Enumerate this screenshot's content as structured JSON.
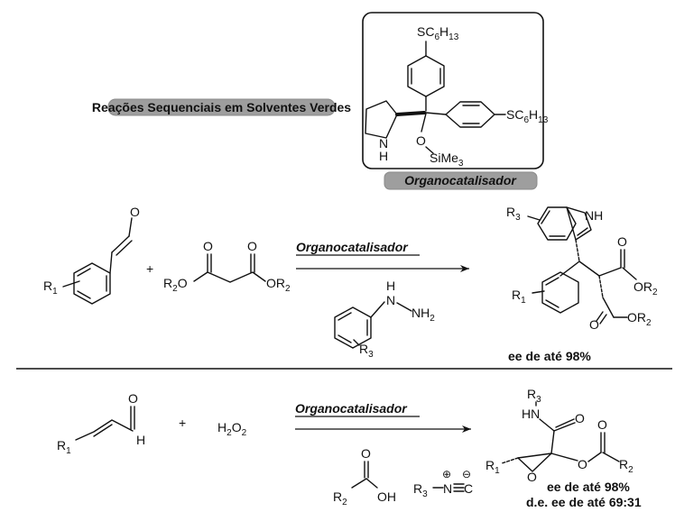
{
  "title_badge": "Reações Sequenciais em Solventes Verdes",
  "catalyst": {
    "label": "Organocatalisador",
    "top_sub": "SC",
    "top_sub_6": "6",
    "top_sub_h": "H",
    "top_sub_13": "13",
    "nh_n": "N",
    "nh_h": "H",
    "o": "O",
    "sime": "SiMe",
    "sime_3": "3"
  },
  "reaction1": {
    "reagent_label": "Organocatalisador",
    "o_ald": "O",
    "r1": "R",
    "r1_sub": "1",
    "plus": "+",
    "malonate_o1": "O",
    "malonate_o2": "O",
    "r2o": "R",
    "r2o_sub": "2",
    "r2o_o": "O",
    "or2": "OR",
    "or2_sub": "2",
    "hydrazine_h": "H",
    "hydrazine_n": "N",
    "hydrazine_nh2": "NH",
    "hydrazine_nh2_sub": "2",
    "r3": "R",
    "r3_sub": "3",
    "product_r3": "R",
    "product_r3_sub": "3",
    "product_nh": "NH",
    "product_r1": "R",
    "product_r1_sub": "1",
    "product_o1": "O",
    "product_o2": "O",
    "product_or2a": "OR",
    "product_or2b": "OR",
    "product_sub2": "2",
    "result": "ee de até 98%"
  },
  "reaction2": {
    "reagent_label": "Organocatalisador",
    "r1": "R",
    "r1_sub": "1",
    "o_ald": "O",
    "h": "H",
    "plus": "+",
    "h2o2_h": "H",
    "h2o2_2a": "2",
    "h2o2_o": "O",
    "h2o2_2b": "2",
    "acid_o": "O",
    "acid_r2": "R",
    "acid_r2_sub": "2",
    "acid_oh": "OH",
    "iso_r3": "R",
    "iso_r3_sub": "3",
    "iso_n": "N",
    "iso_c": "C",
    "iso_plus": "⊕",
    "iso_minus": "⊖",
    "product_r3": "R",
    "product_r3_sub": "3",
    "product_hn": "HN",
    "product_o_amide": "O",
    "product_o_ester": "O",
    "product_o_ring": "O",
    "product_o_link": "O",
    "product_r1": "R",
    "product_r1_sub": "1",
    "product_r2": "R",
    "product_r2_sub": "2",
    "result_ee": "ee de até 98%",
    "result_de": "d.e. ee de até 69:31"
  }
}
